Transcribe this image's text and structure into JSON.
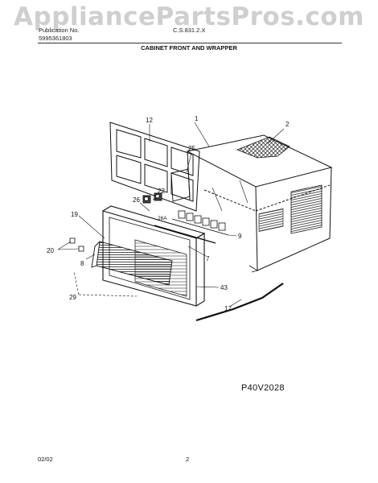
{
  "watermark": "AppliancePartsPros.com",
  "header": {
    "left_line1": "Publication No.",
    "left_line2": "5995361803",
    "center": "C.S.831.2.X"
  },
  "title": "CABINET FRONT AND WRAPPER",
  "callouts": {
    "c1": "1",
    "c2": "2",
    "c7": "7",
    "c8": "8",
    "c9": "9",
    "c12": "12",
    "c17": "17",
    "c19": "19",
    "c20": "20",
    "c22": "22",
    "c25": "25",
    "c26": "26",
    "c26a": "26A",
    "c29": "29",
    "c43": "43"
  },
  "diagram_code": "P40V2028",
  "footer": {
    "date": "02/02",
    "page": "2"
  }
}
